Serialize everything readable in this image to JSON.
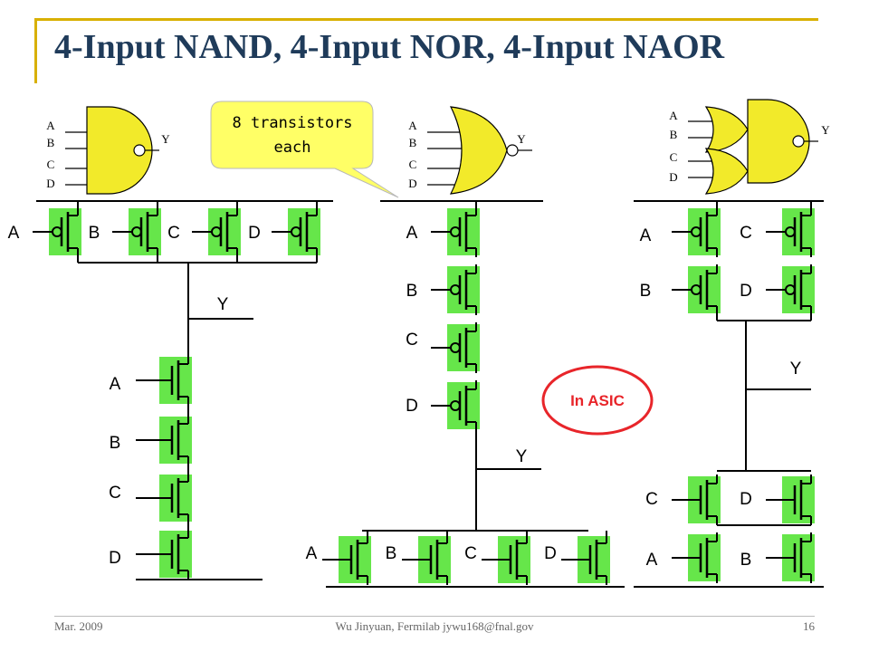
{
  "title": "4-Input NAND, 4-Input NOR, 4-Input NAOR",
  "gate_inputs": [
    "A",
    "B",
    "C",
    "D"
  ],
  "gate_output": "Y",
  "callout_lines": [
    "8 transistors",
    "each"
  ],
  "asic_label": "In ASIC",
  "nand": {
    "pmos_labels": [
      "A",
      "B",
      "C",
      "D"
    ],
    "output_label": "Y",
    "nmos_labels": [
      "A",
      "B",
      "C",
      "D"
    ]
  },
  "nor": {
    "pmos_labels": [
      "A",
      "B",
      "C",
      "D"
    ],
    "output_label": "Y",
    "nmos_labels": [
      "A",
      "B",
      "C",
      "D"
    ]
  },
  "naor": {
    "pmos_labels": [
      "A",
      "C",
      "B",
      "D"
    ],
    "output_label": "Y",
    "nmos_labels": [
      "C",
      "D",
      "A",
      "B"
    ]
  },
  "footer": {
    "left": "Mar. 2009",
    "center": "Wu Jinyuan, Fermilab jywu168@fnal.gov",
    "page": "16"
  },
  "colors": {
    "title": "#1f3b5a",
    "transistor_fill": "#66e64a",
    "gate_fill": "#f2ea2a",
    "callout_fill": "#ffff66",
    "asic_red": "#e8252a",
    "accent_rule": "#d8b000"
  }
}
